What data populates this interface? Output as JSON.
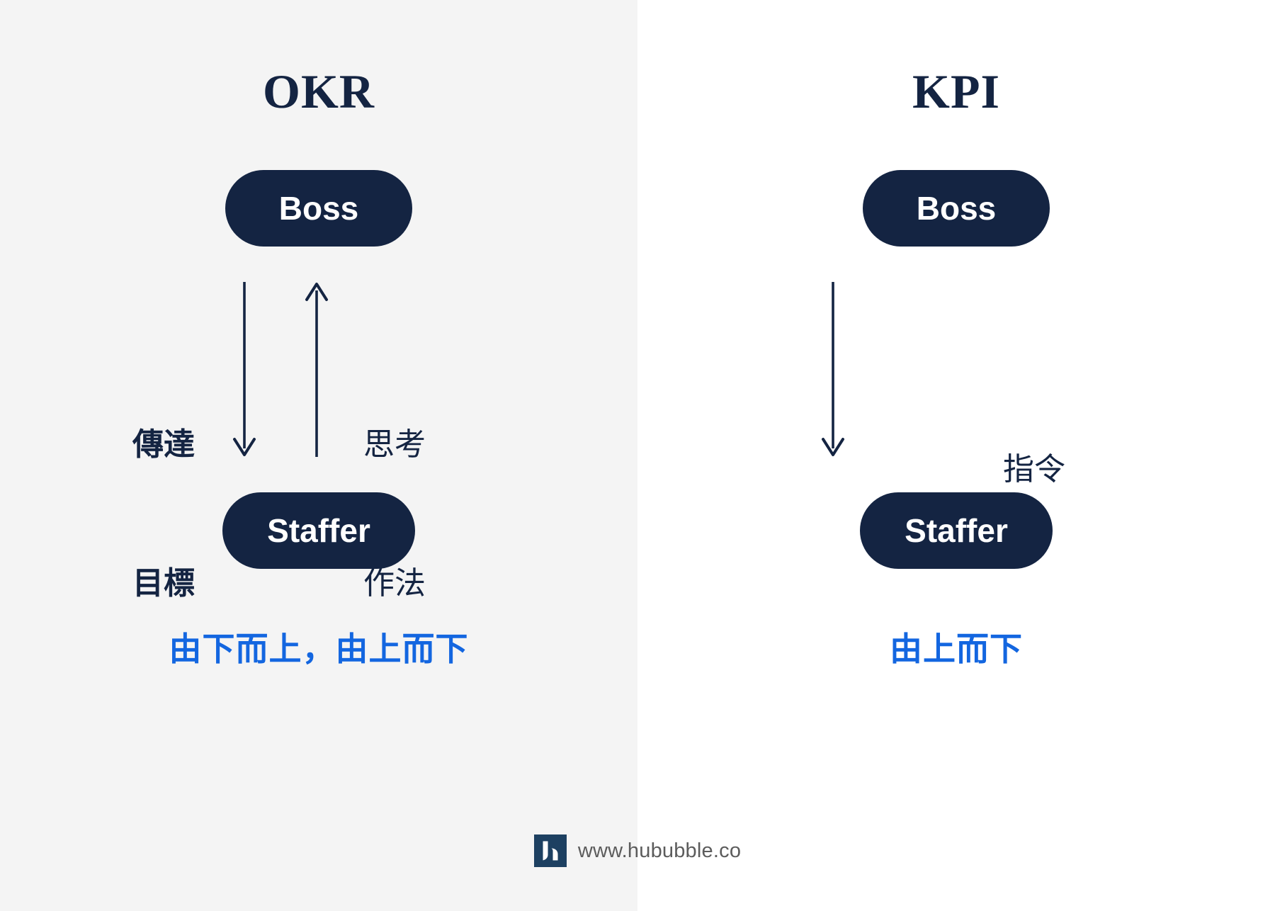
{
  "meta": {
    "background_left": "#f4f4f4",
    "background_right": "#ffffff",
    "navy": "#142442",
    "accent_blue": "#1366e0",
    "footer_grey": "#5c5c5c"
  },
  "panels": [
    {
      "id": "okr",
      "title": "OKR",
      "nodes": {
        "top": "Boss",
        "bottom": "Staffer"
      },
      "flows": [
        {
          "direction": "down",
          "label_line1": "傳達",
          "label_line2": "目標",
          "weight": "strong"
        },
        {
          "direction": "up",
          "label_line1": "思考",
          "label_line2": "作法",
          "weight": "light"
        }
      ],
      "caption": "由下而上，由上而下"
    },
    {
      "id": "kpi",
      "title": "KPI",
      "nodes": {
        "top": "Boss",
        "bottom": "Staffer"
      },
      "flows": [
        {
          "direction": "down",
          "label_line1": "指令",
          "label_line2": "",
          "weight": "light"
        }
      ],
      "caption": "由上而下"
    }
  ],
  "footer": {
    "logo_name": "hububble-logo",
    "url": "www.hububble.co"
  }
}
